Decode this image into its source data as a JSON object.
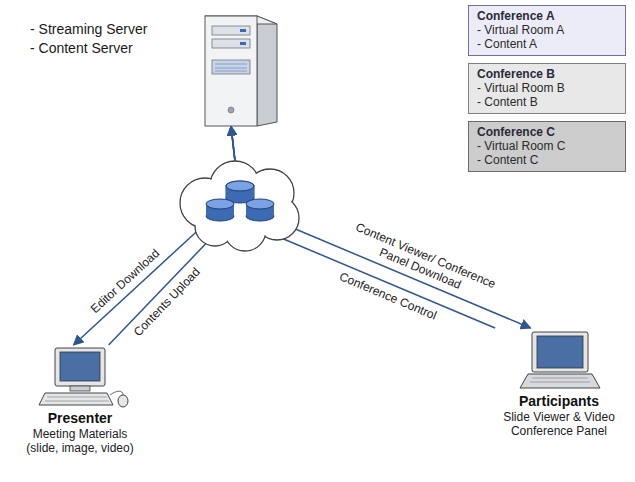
{
  "diagram": {
    "nodes": [
      {
        "text": [
          "- Streaming Server",
          "- Content Server"
        ]
      },
      {
        "text": [
          "Conference A",
          "- Virtual Room A",
          "- Content A"
        ]
      },
      {
        "text": [
          "Conference B",
          "- Virtual Room B",
          "- Content B"
        ]
      },
      {
        "text": [
          "Conference C",
          "- Virtual Room C",
          "- Content C"
        ]
      },
      {
        "text": [
          "Presenter",
          "Meeting Materials (slide, image, video)"
        ]
      },
      {
        "text": [
          "Participants",
          "Slide Viewer & Video Conference Panel"
        ]
      }
    ],
    "edges": [
      {
        "from": 0,
        "to": 4,
        "label": "Editor Download",
        "arrow": "to"
      },
      {
        "from": 4,
        "to": 0,
        "label": "Contents Upload",
        "arrow": "to"
      },
      {
        "from": 0,
        "to": 5,
        "label": "Content Viewer/ Conference Panel Download",
        "arrow": "to"
      },
      {
        "from": 5,
        "to": 0,
        "label": "Conference Control",
        "arrow": "to"
      }
    ]
  }
}
